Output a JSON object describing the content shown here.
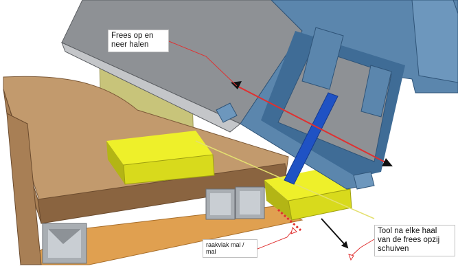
{
  "colors": {
    "background": "#ffffff",
    "table_wood": "#a87f55",
    "table_wood_dark": "#8a6440",
    "table_wood_light": "#c29a6d",
    "base_orange": "#e0a050",
    "tube_grey": "#a9aeb3",
    "router_grey": "#8e9195",
    "router_blue": "#5b86ad",
    "router_blue_dark": "#3f6c96",
    "bit_blue": "#1f52c4",
    "block_yellow": "#d8da1c",
    "block_yellow_dark": "#b3b515",
    "panel_olive": "#c8c47a",
    "callout_line": "#e03030",
    "arrow_black": "#111111"
  },
  "labels": {
    "frees": "Frees op en\nneer halen",
    "raakvlak": "raakvlak mal /\nmal",
    "tool": "Tool na elke haal\nvan de frees opzij\nschuiven"
  }
}
